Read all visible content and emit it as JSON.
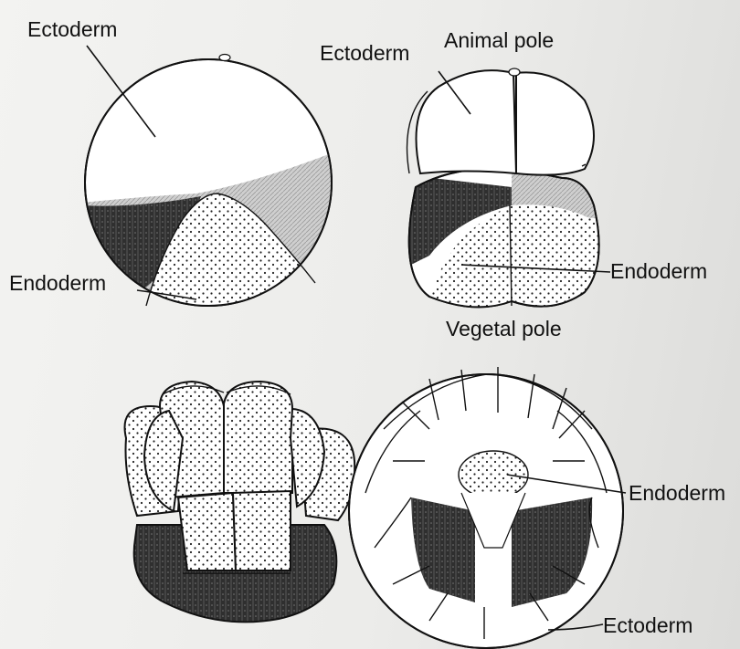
{
  "labels": {
    "ectoderm": "Ectoderm",
    "endoderm": "Endoderm",
    "animal_pole": "Animal pole",
    "vegetal_pole": "Vegetal pole"
  },
  "colors": {
    "ink": "#111111",
    "dark_tissue": "#2f2f2f",
    "paper": "#ffffff"
  }
}
